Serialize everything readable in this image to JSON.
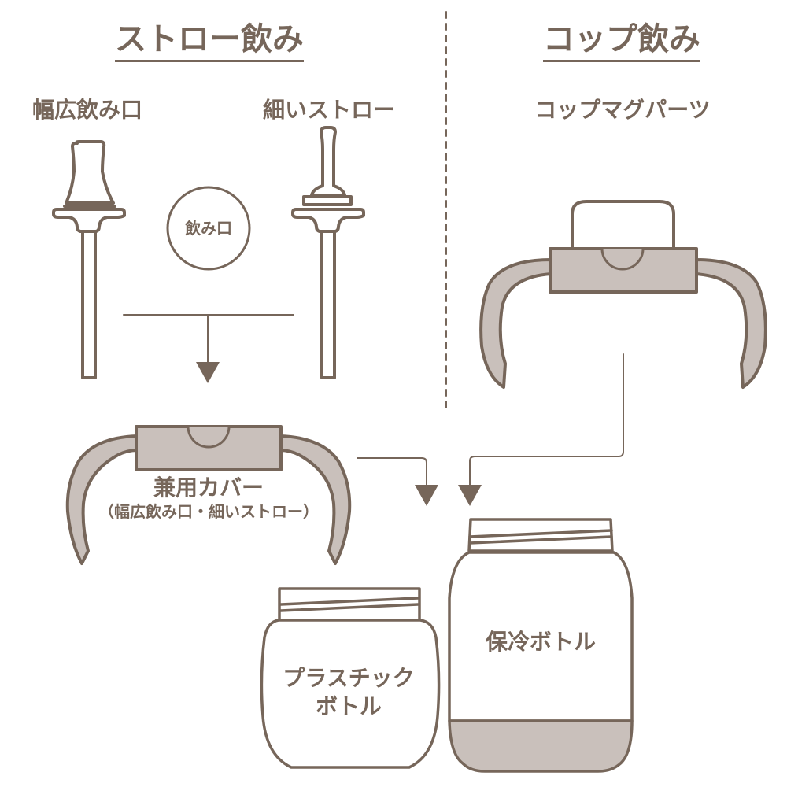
{
  "colors": {
    "stroke": "#76665a",
    "fill_gray": "#c9c0bb",
    "background": "#ffffff"
  },
  "sections": {
    "straw": {
      "heading": "ストロー飲み",
      "parts": [
        {
          "label": "幅広飲み口"
        },
        {
          "label": "細いストロー"
        }
      ],
      "mouthpiece_circle_label": "飲み口"
    },
    "cup": {
      "heading": "コップ飲み",
      "parts": [
        {
          "label": "コップマグパーツ"
        }
      ]
    }
  },
  "shared_cover": {
    "label": "兼用カバー",
    "sublabel": "（幅広飲み口・細いストロー）"
  },
  "bottles": [
    {
      "label_line1": "プラスチック",
      "label_line2": "ボトル"
    },
    {
      "label_line1": "保冷ボトル"
    }
  ]
}
